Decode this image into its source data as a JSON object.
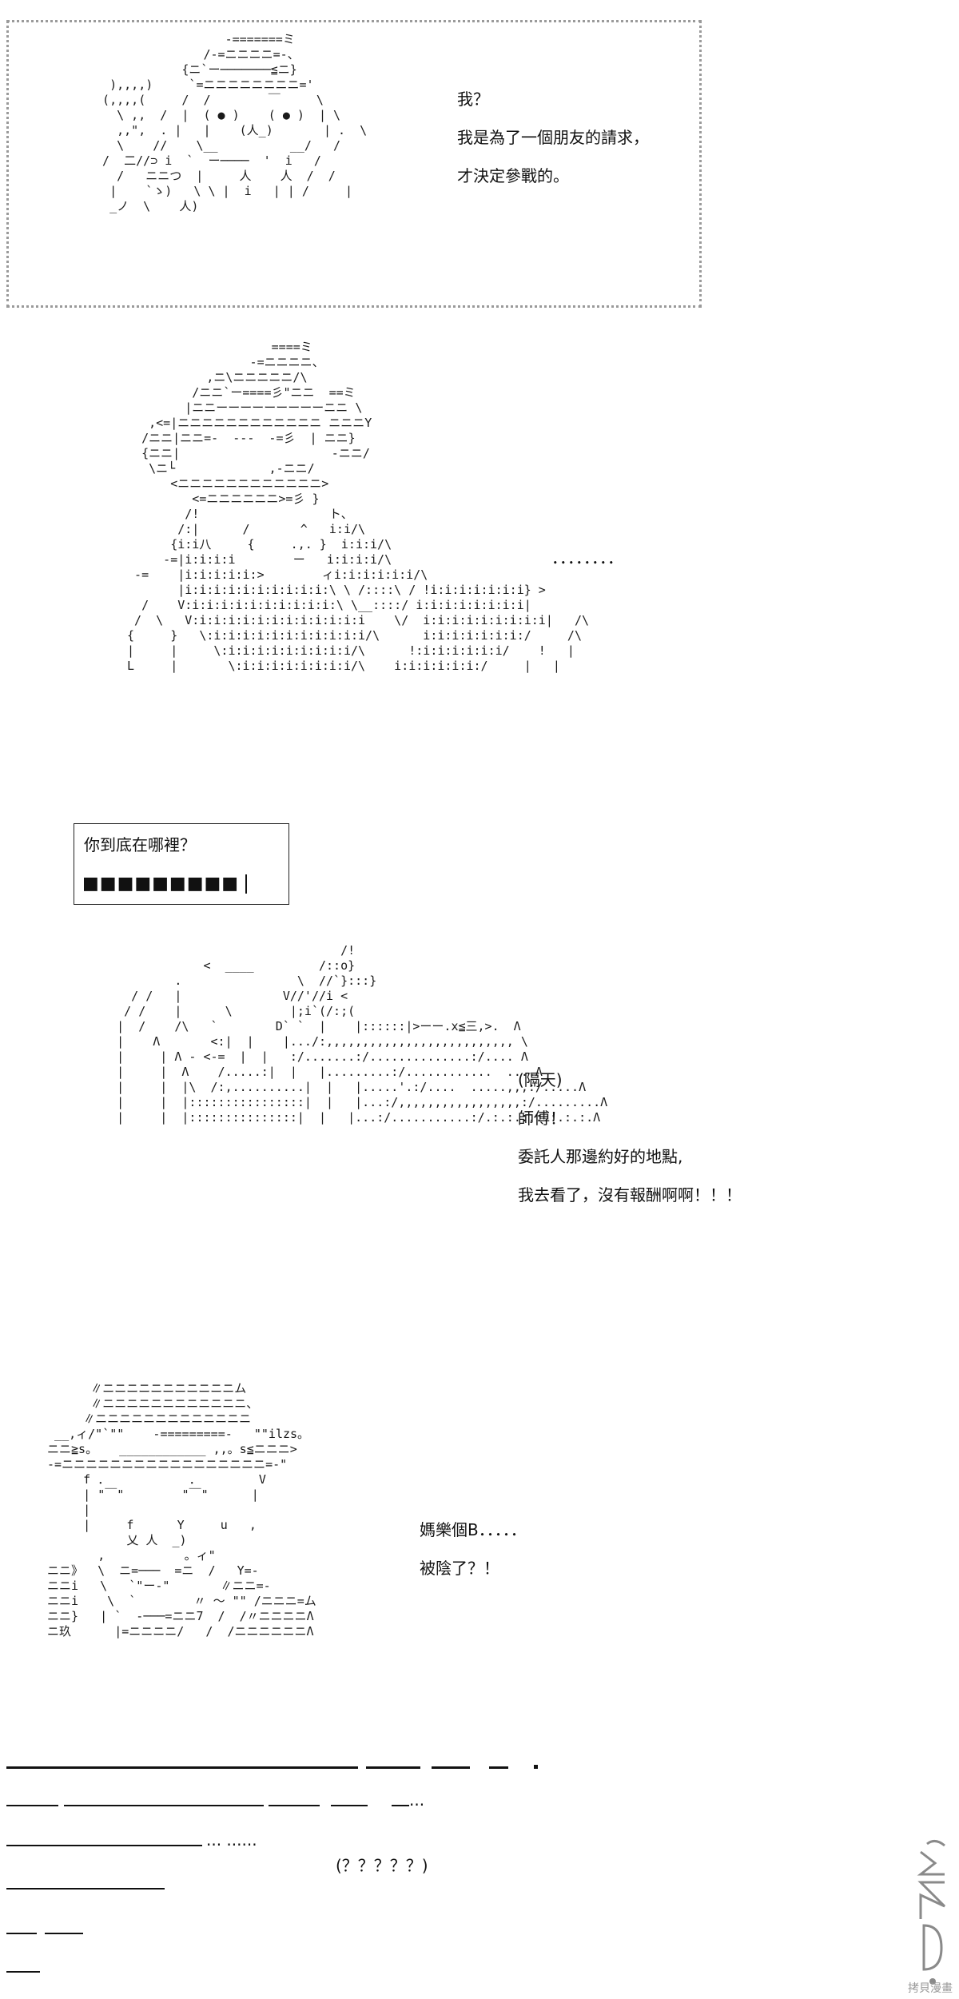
{
  "panel1": {
    "lines": [
      "我？",
      "我是為了一個朋友的請求，",
      "才決定參戰的。"
    ]
  },
  "panel2": {
    "ellipsis": "．．．．．．．．"
  },
  "panel3": {
    "prompt": "你到底在哪裡？",
    "blocks": "■■■■■■■■■"
  },
  "panel4": {
    "lines": [
      "(隔天)",
      "師傅！",
      "委託人那邊約好的地點,",
      "我去看了，沒有報酬啊啊！！！"
    ]
  },
  "panel5": {
    "lines": [
      "媽樂個B．．．．．",
      "被陰了？！"
    ]
  },
  "tail": {
    "dots1": "...",
    "dots2": "...  ......",
    "question": "(？？？？？)"
  },
  "footer": {
    "site": "拷貝漫畫"
  },
  "icons": {
    "watermark": "dmzj-logo-icon"
  }
}
